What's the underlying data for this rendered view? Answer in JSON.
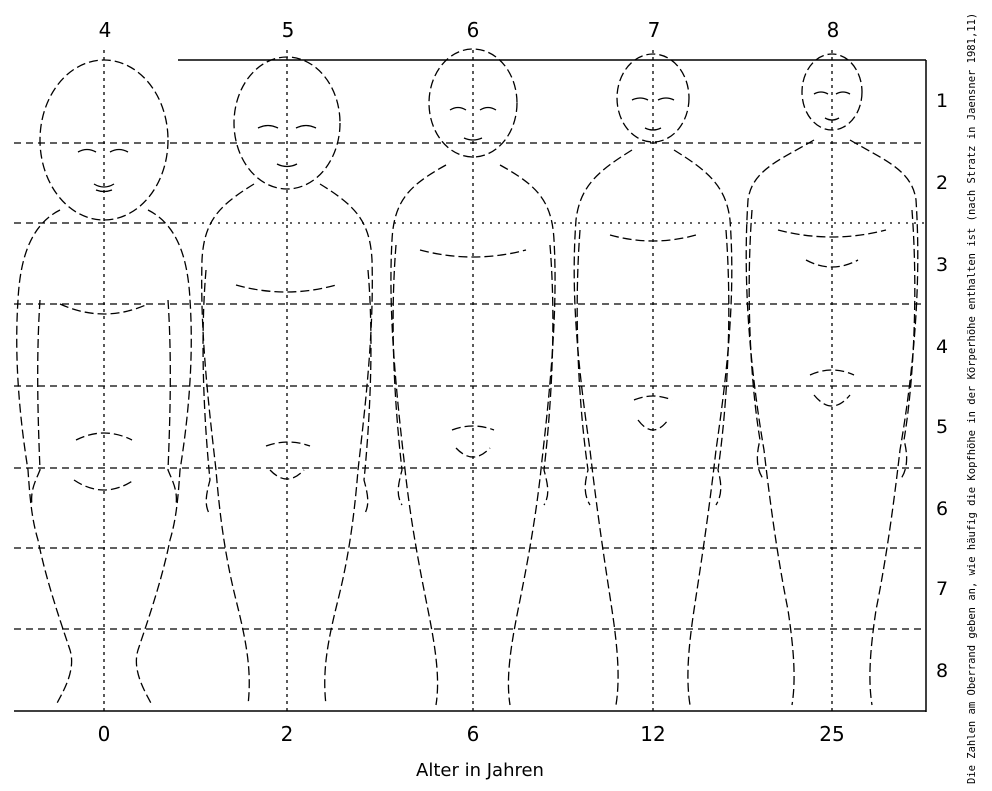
{
  "head_counts_top": [
    "4",
    "5",
    "6",
    "7",
    "8"
  ],
  "ages_bottom": [
    "0",
    "2",
    "6",
    "12",
    "25"
  ],
  "row_numbers": [
    "1",
    "2",
    "3",
    "4",
    "5",
    "6",
    "7",
    "8"
  ],
  "xlabel": "Alter in Jahren",
  "caption": "Die Zahlen am Oberrand geben an, wie häufig die Kopfhöhe in der Körperhöhe enthalten ist (nach Stratz in Jaensner 1981,11)",
  "colors": {
    "ink": "#000000",
    "background": "#ffffff"
  }
}
